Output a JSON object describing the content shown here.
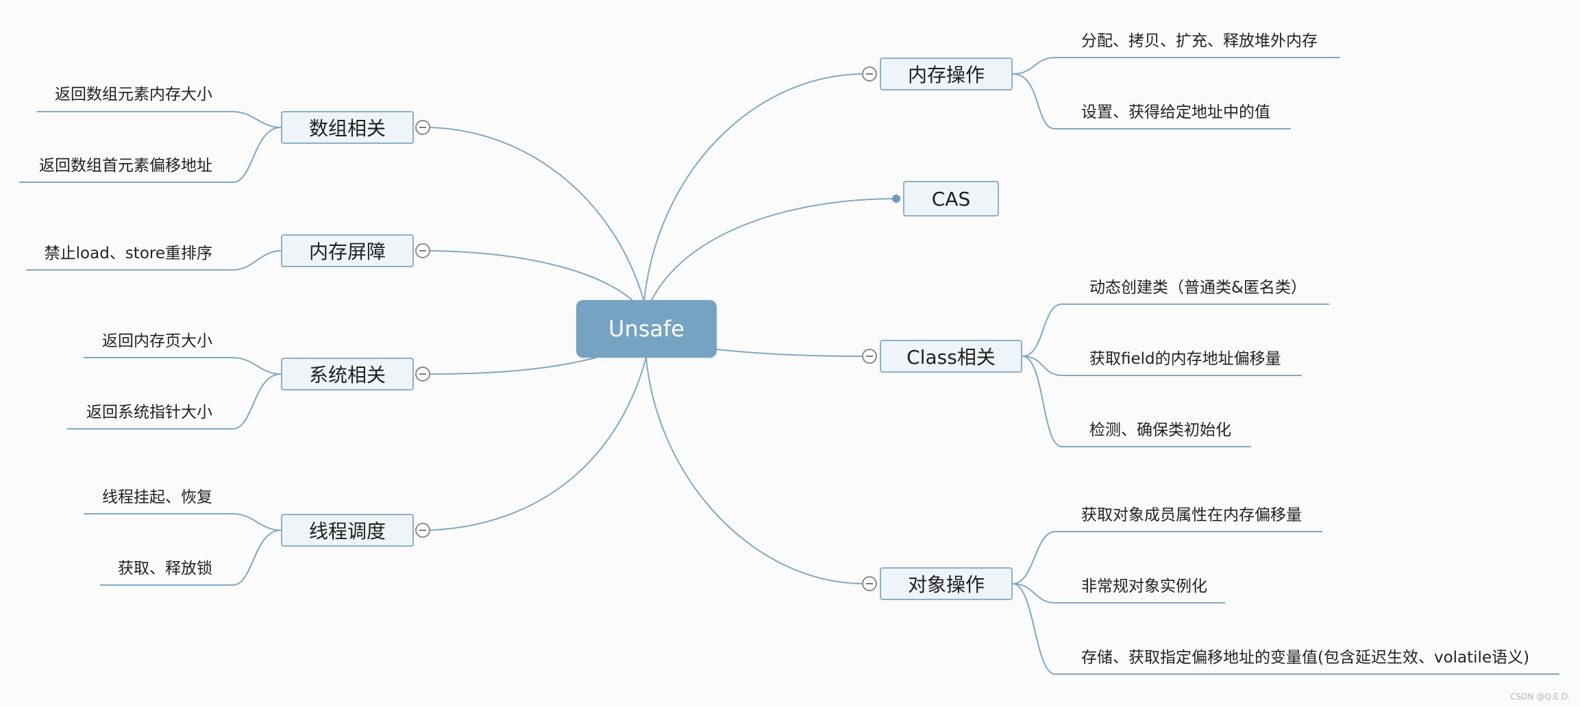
{
  "central": {
    "label": "Unsafe"
  },
  "branches": [
    {
      "label": "数组相关",
      "leaves": [
        "返回数组元素内存大小",
        "返回数组首元素偏移地址"
      ]
    },
    {
      "label": "内存屏障",
      "leaves": [
        "禁止load、store重排序"
      ]
    },
    {
      "label": "系统相关",
      "leaves": [
        "返回内存页大小",
        "返回系统指针大小"
      ]
    },
    {
      "label": "线程调度",
      "leaves": [
        "线程挂起、恢复",
        "获取、释放锁"
      ]
    },
    {
      "label": "内存操作",
      "leaves": [
        "分配、拷贝、扩充、释放堆外内存",
        "设置、获得给定地址中的值"
      ]
    },
    {
      "label": "CAS",
      "leaves": []
    },
    {
      "label": "Class相关",
      "leaves": [
        "动态创建类（普通类&匿名类）",
        "获取field的内存地址偏移量",
        "检测、确保类初始化"
      ]
    },
    {
      "label": "对象操作",
      "leaves": [
        "获取对象成员属性在内存偏移量",
        "非常规对象实例化",
        "存储、获取指定偏移地址的变量值(包含延迟生效、volatile语义)"
      ]
    }
  ],
  "watermark": "CSDN @Q.E.D.",
  "colors": {
    "line": "#7fa8c3",
    "central": "#76a3c1",
    "topic_fill": "#eef4f8",
    "topic_border": "#8bb0c8"
  }
}
